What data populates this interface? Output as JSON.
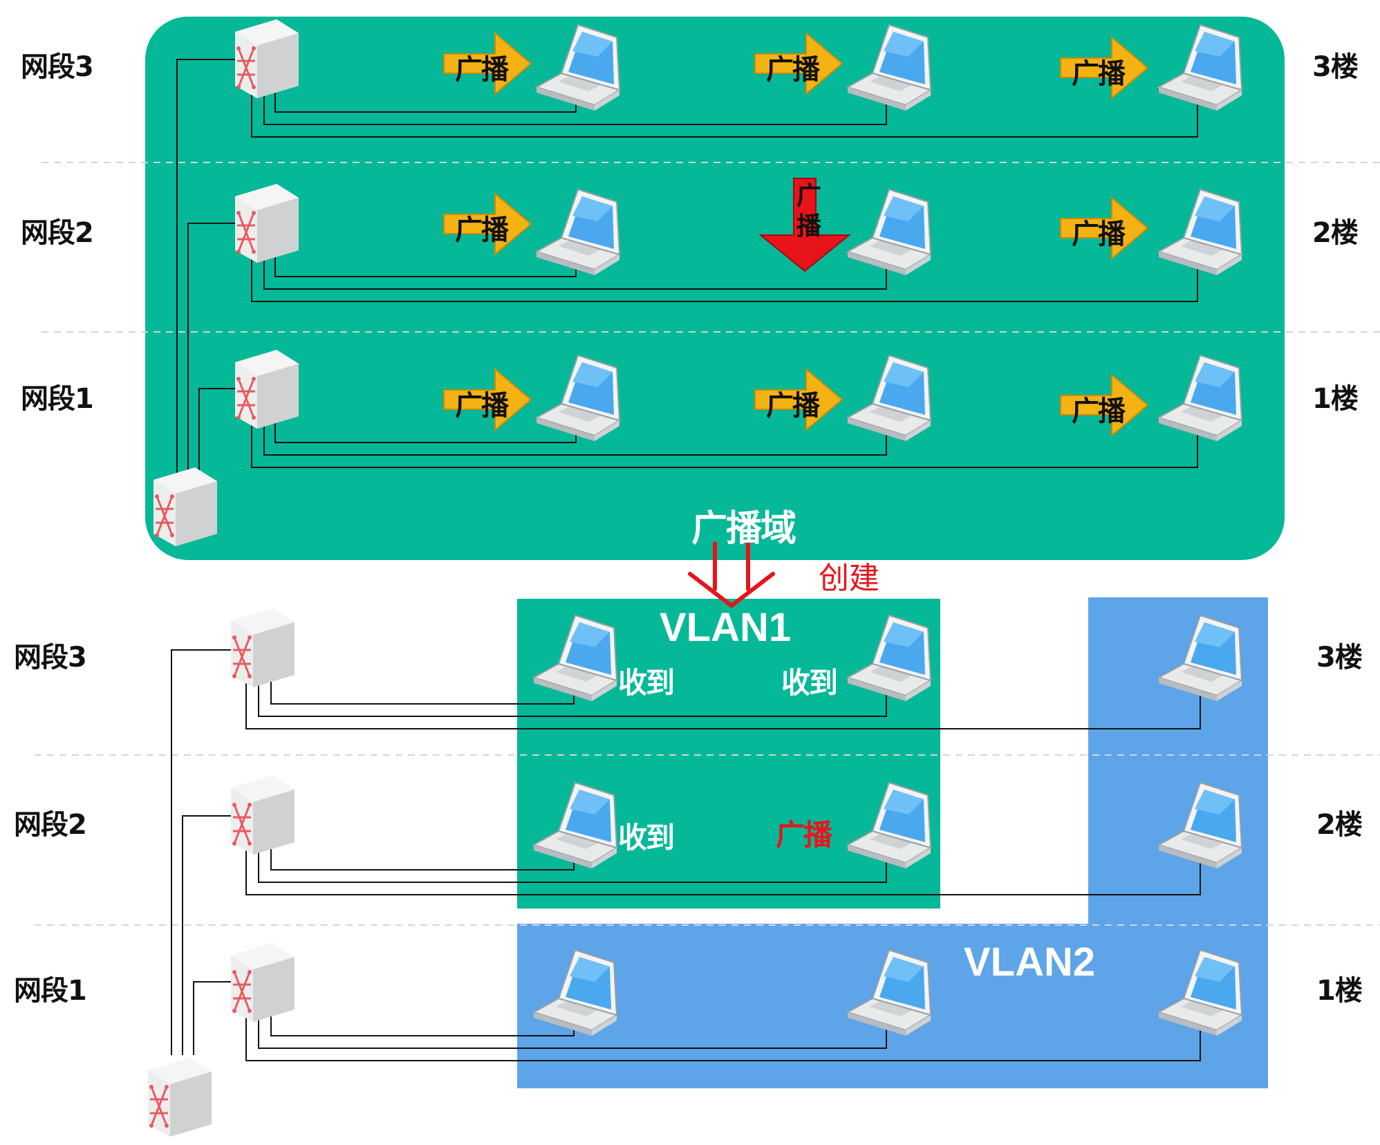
{
  "colors": {
    "domain_green": "#05b897",
    "vlan1_green": "#05b897",
    "vlan2_blue": "#5da4e8",
    "broadcast_arrow": "#f5b214",
    "broadcast_arrow_active": "#e8141b",
    "create_red": "#e8141b"
  },
  "top": {
    "segments": [
      "网段3",
      "网段2",
      "网段1"
    ],
    "floors": [
      "3楼",
      "2楼",
      "1楼"
    ],
    "broadcast_label": "广播",
    "broadcast_domain": "广播域"
  },
  "bottom": {
    "segments": [
      "网段3",
      "网段2",
      "网段1"
    ],
    "floors": [
      "3楼",
      "2楼",
      "1楼"
    ],
    "create_label": "创建",
    "vlan1": "VLAN1",
    "vlan2": "VLAN2",
    "received": "收到",
    "broadcast_label": "广播"
  },
  "icons": [
    "switch-icon",
    "laptop-icon",
    "right-arrow-icon",
    "down-arrow-icon"
  ]
}
